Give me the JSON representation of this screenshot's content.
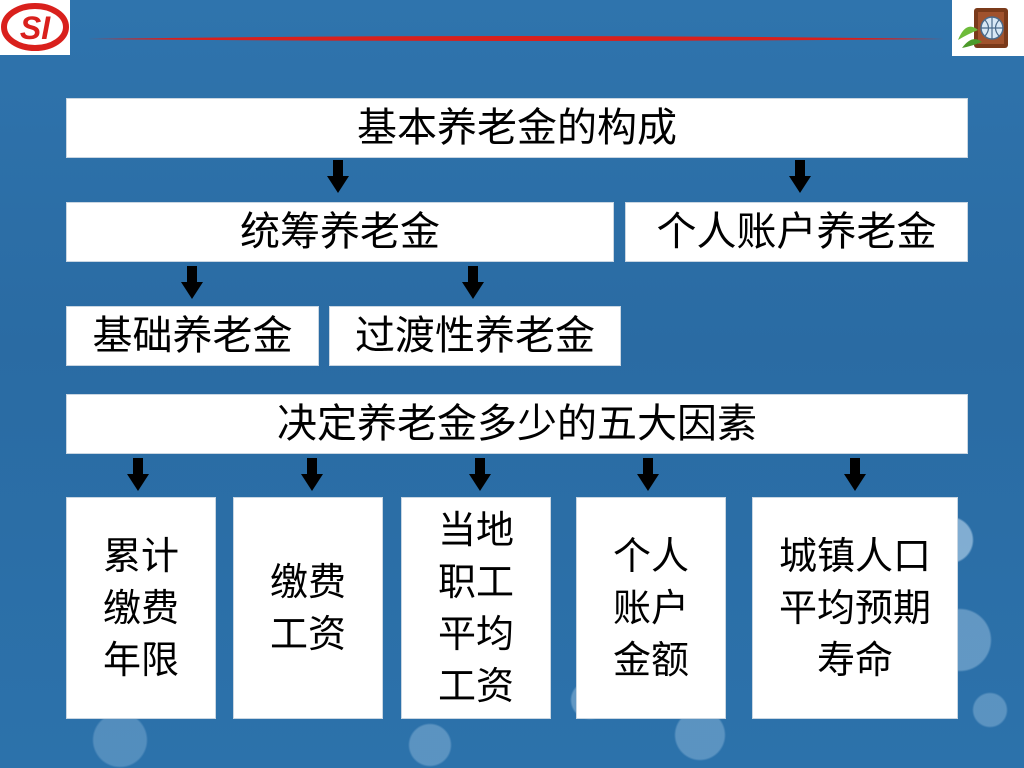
{
  "diagram": {
    "title": "基本养老金的构成",
    "pooled": "统筹养老金",
    "personal_account": "个人账户养老金",
    "basic": "基础养老金",
    "transitional": "过渡性养老金",
    "factors_title": "决定养老金多少的五大因素",
    "factors": [
      "累计\n缴费\n年限",
      "缴费\n工资",
      "当地\n职工\n平均\n工资",
      "个人\n账户\n金额",
      "城镇人口\n平均预期\n寿命"
    ]
  },
  "logos": {
    "left_text": "SI",
    "left_color": "#d9201c",
    "right_icon": "book-globe-icon"
  },
  "colors": {
    "background": "#2b6fa6",
    "box": "#ffffff",
    "accent_line": "#d9201c"
  }
}
